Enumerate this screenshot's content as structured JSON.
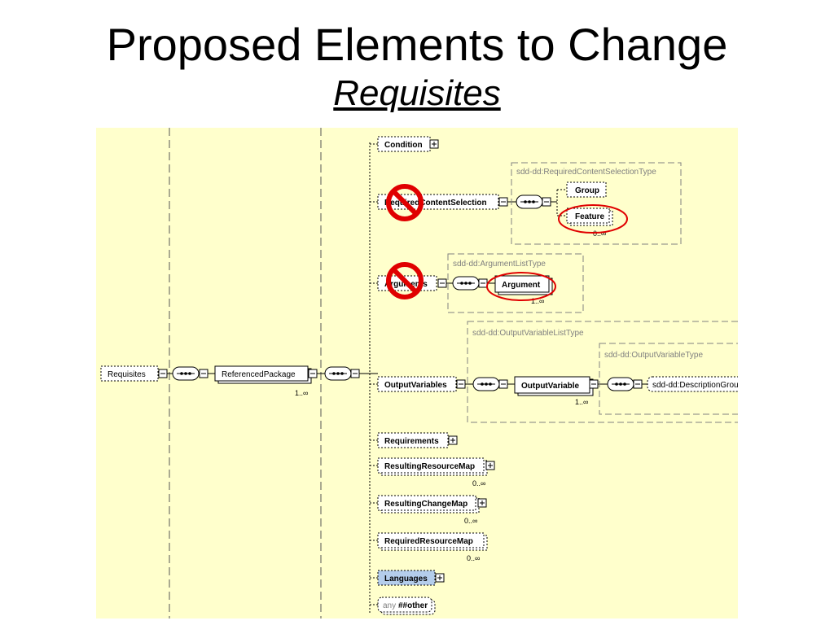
{
  "slide": {
    "title": "Proposed Elements to Change",
    "subtitle": "Requisites"
  },
  "diagram": {
    "root": "Requisites",
    "referenced_package": {
      "label": "ReferencedPackage",
      "cardinality": "1..∞"
    },
    "elements": {
      "condition": "Condition",
      "required_content_selection": "RequiredContentSelection",
      "arguments": "Arguments",
      "output_variables": "OutputVariables",
      "requirements": "Requirements",
      "resulting_resource_map": "ResultingResourceMap",
      "resulting_resource_map_card": "0..∞",
      "resulting_change_map": "ResultingChangeMap",
      "resulting_change_map_card": "0..∞",
      "required_resource_map": "RequiredResourceMap",
      "required_resource_map_card": "0..∞",
      "languages": "Languages",
      "any_prefix": "any",
      "any_other": "##other"
    },
    "rcs_type": {
      "label": "sdd-dd:RequiredContentSelectionType",
      "group": "Group",
      "feature": "Feature",
      "feature_card": "0..∞"
    },
    "arg_type": {
      "label": "sdd-dd:ArgumentListType",
      "argument": "Argument",
      "argument_card": "1..∞"
    },
    "outvar_list_type": {
      "label": "sdd-dd:OutputVariableListType",
      "output_variable": "OutputVariable",
      "output_variable_card": "1..∞"
    },
    "outvar_type": {
      "label": "sdd-dd:OutputVariableType",
      "description_group": "sdd-dd:DescriptionGroup"
    },
    "colors": {
      "background": "#ffffcc",
      "highlight": "#b4cdeb",
      "prohibit": "#e00000",
      "type_label": "#808080"
    },
    "icons": [
      "sequence-icon",
      "expand-icon",
      "collapse-icon",
      "prohibit-icon"
    ]
  }
}
